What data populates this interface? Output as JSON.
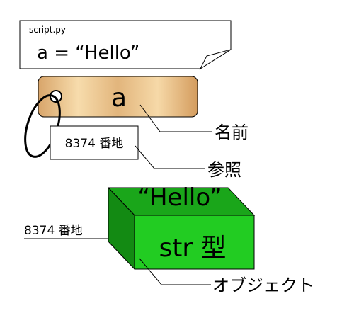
{
  "file": {
    "name": "script.py",
    "code": "a = “Hello”"
  },
  "name_tag": {
    "variable": "a",
    "address": "8374 番地"
  },
  "object": {
    "value": "“Hello”",
    "type_label": "str 型",
    "address": "8374 番地"
  },
  "callouts": {
    "name": "名前",
    "reference": "参照",
    "object": "オブジェクト"
  },
  "colors": {
    "box_front": "#22cc22",
    "box_top": "#1aa61a",
    "box_side": "#138a13",
    "tag_mid": "#f6d9a8",
    "tag_edge": "#d8a56a"
  }
}
